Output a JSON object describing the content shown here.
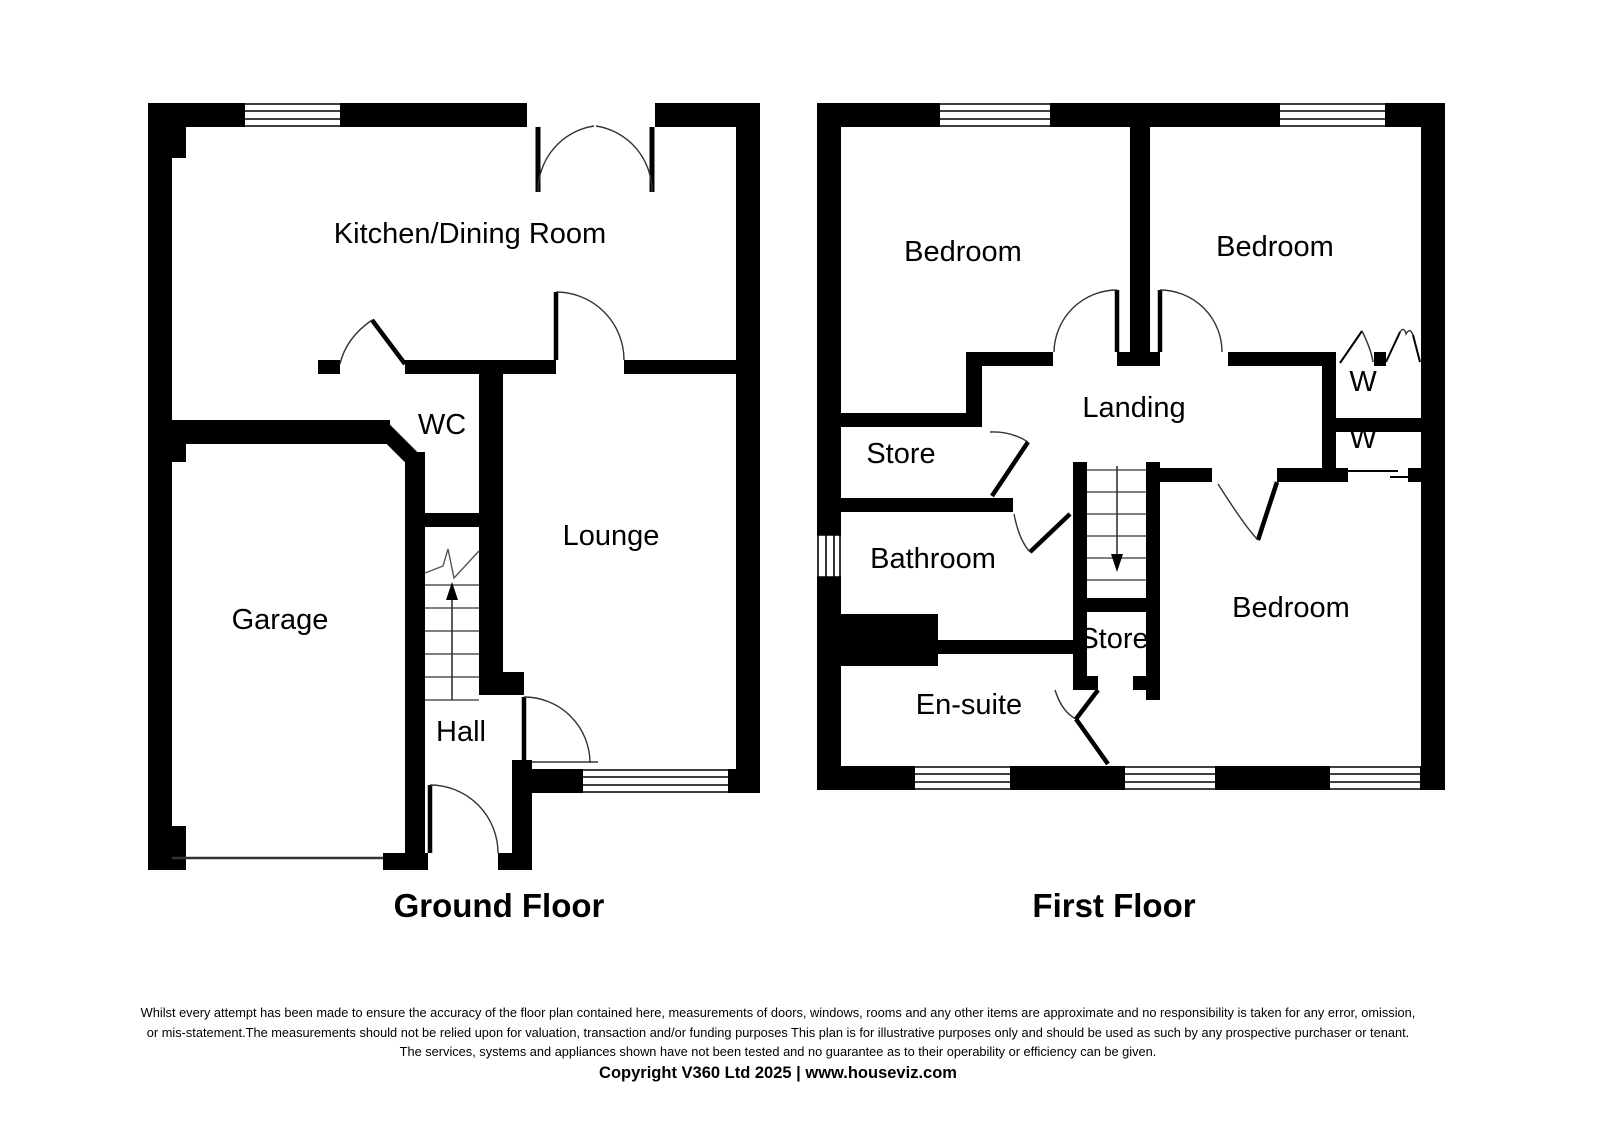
{
  "ground_floor": {
    "title": "Ground Floor",
    "rooms": {
      "kitchen": "Kitchen/Dining Room",
      "wc": "WC",
      "lounge": "Lounge",
      "garage": "Garage",
      "hall": "Hall"
    }
  },
  "first_floor": {
    "title": "First Floor",
    "rooms": {
      "bedroom1": "Bedroom",
      "bedroom2": "Bedroom",
      "bedroom3": "Bedroom",
      "landing": "Landing",
      "store1": "Store",
      "store2": "Store",
      "bathroom": "Bathroom",
      "ensuite": "En-suite",
      "wardrobe1": "W",
      "wardrobe2": "W"
    }
  },
  "footer": {
    "disclaimer_line1": "Whilst every attempt has been made to ensure the accuracy of the floor plan contained here, measurements of doors, windows, rooms and any other items are approximate and no responsibility is taken for any error, omission,",
    "disclaimer_line2": "or mis-statement.The measurements should not be relied upon for valuation, transaction and/or funding purposes This plan is for illustrative purposes only and should be used as such by any prospective purchaser or tenant.",
    "disclaimer_line3": "The services, systems and appliances shown have not been tested and no guarantee as to their operability or efficiency can be given.",
    "copyright": "Copyright V360 Ltd 2025 | www.houseviz.com"
  },
  "colors": {
    "wall": "#000000",
    "background": "#ffffff"
  }
}
